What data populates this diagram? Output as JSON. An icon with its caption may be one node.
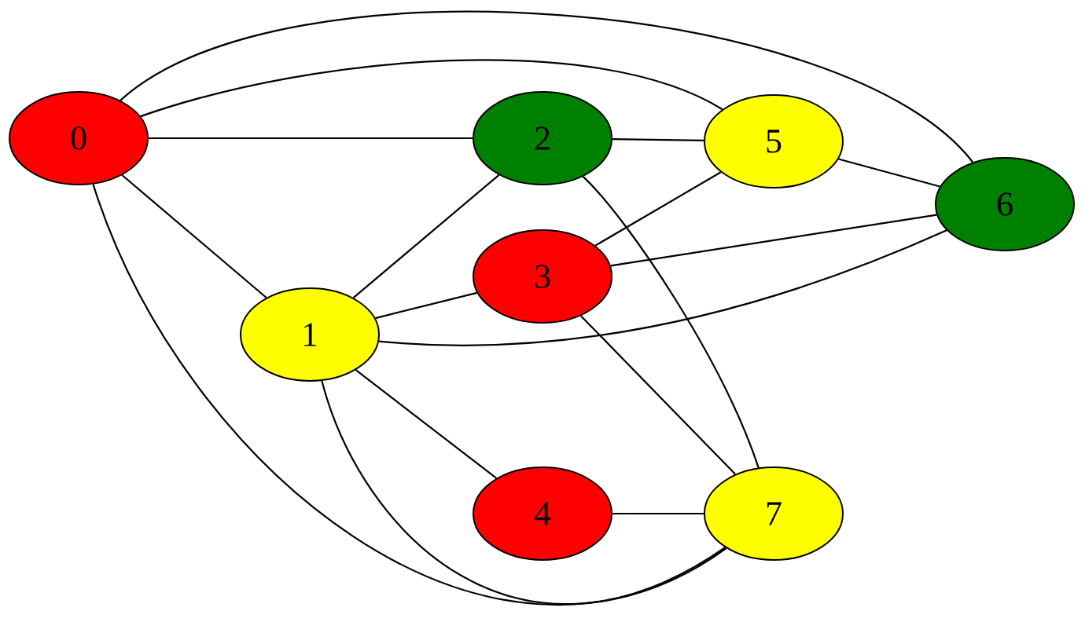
{
  "diagram": {
    "nodes": [
      {
        "text": [
          "0"
        ]
      },
      {
        "text": [
          "1"
        ]
      },
      {
        "text": [
          "2"
        ]
      },
      {
        "text": [
          "3"
        ]
      },
      {
        "text": [
          "4"
        ]
      },
      {
        "text": [
          "5"
        ]
      },
      {
        "text": [
          "6"
        ]
      },
      {
        "text": [
          "7"
        ]
      }
    ],
    "edges": [
      {
        "from": 0,
        "to": 6,
        "arrow": "none"
      },
      {
        "from": 0,
        "to": 5,
        "arrow": "none"
      },
      {
        "from": 0,
        "to": 2,
        "arrow": "none"
      },
      {
        "from": 0,
        "to": 1,
        "arrow": "none"
      },
      {
        "from": 0,
        "to": 7,
        "arrow": "none"
      },
      {
        "from": 1,
        "to": 2,
        "arrow": "none"
      },
      {
        "from": 1,
        "to": 3,
        "arrow": "none"
      },
      {
        "from": 1,
        "to": 6,
        "arrow": "none"
      },
      {
        "from": 1,
        "to": 4,
        "arrow": "none"
      },
      {
        "from": 1,
        "to": 7,
        "arrow": "none"
      },
      {
        "from": 2,
        "to": 5,
        "arrow": "none"
      },
      {
        "from": 2,
        "to": 7,
        "arrow": "none"
      },
      {
        "from": 3,
        "to": 5,
        "arrow": "none"
      },
      {
        "from": 3,
        "to": 6,
        "arrow": "none"
      },
      {
        "from": 3,
        "to": 7,
        "arrow": "none"
      },
      {
        "from": 4,
        "to": 7,
        "arrow": "none"
      },
      {
        "from": 5,
        "to": 6,
        "arrow": "none"
      }
    ]
  }
}
